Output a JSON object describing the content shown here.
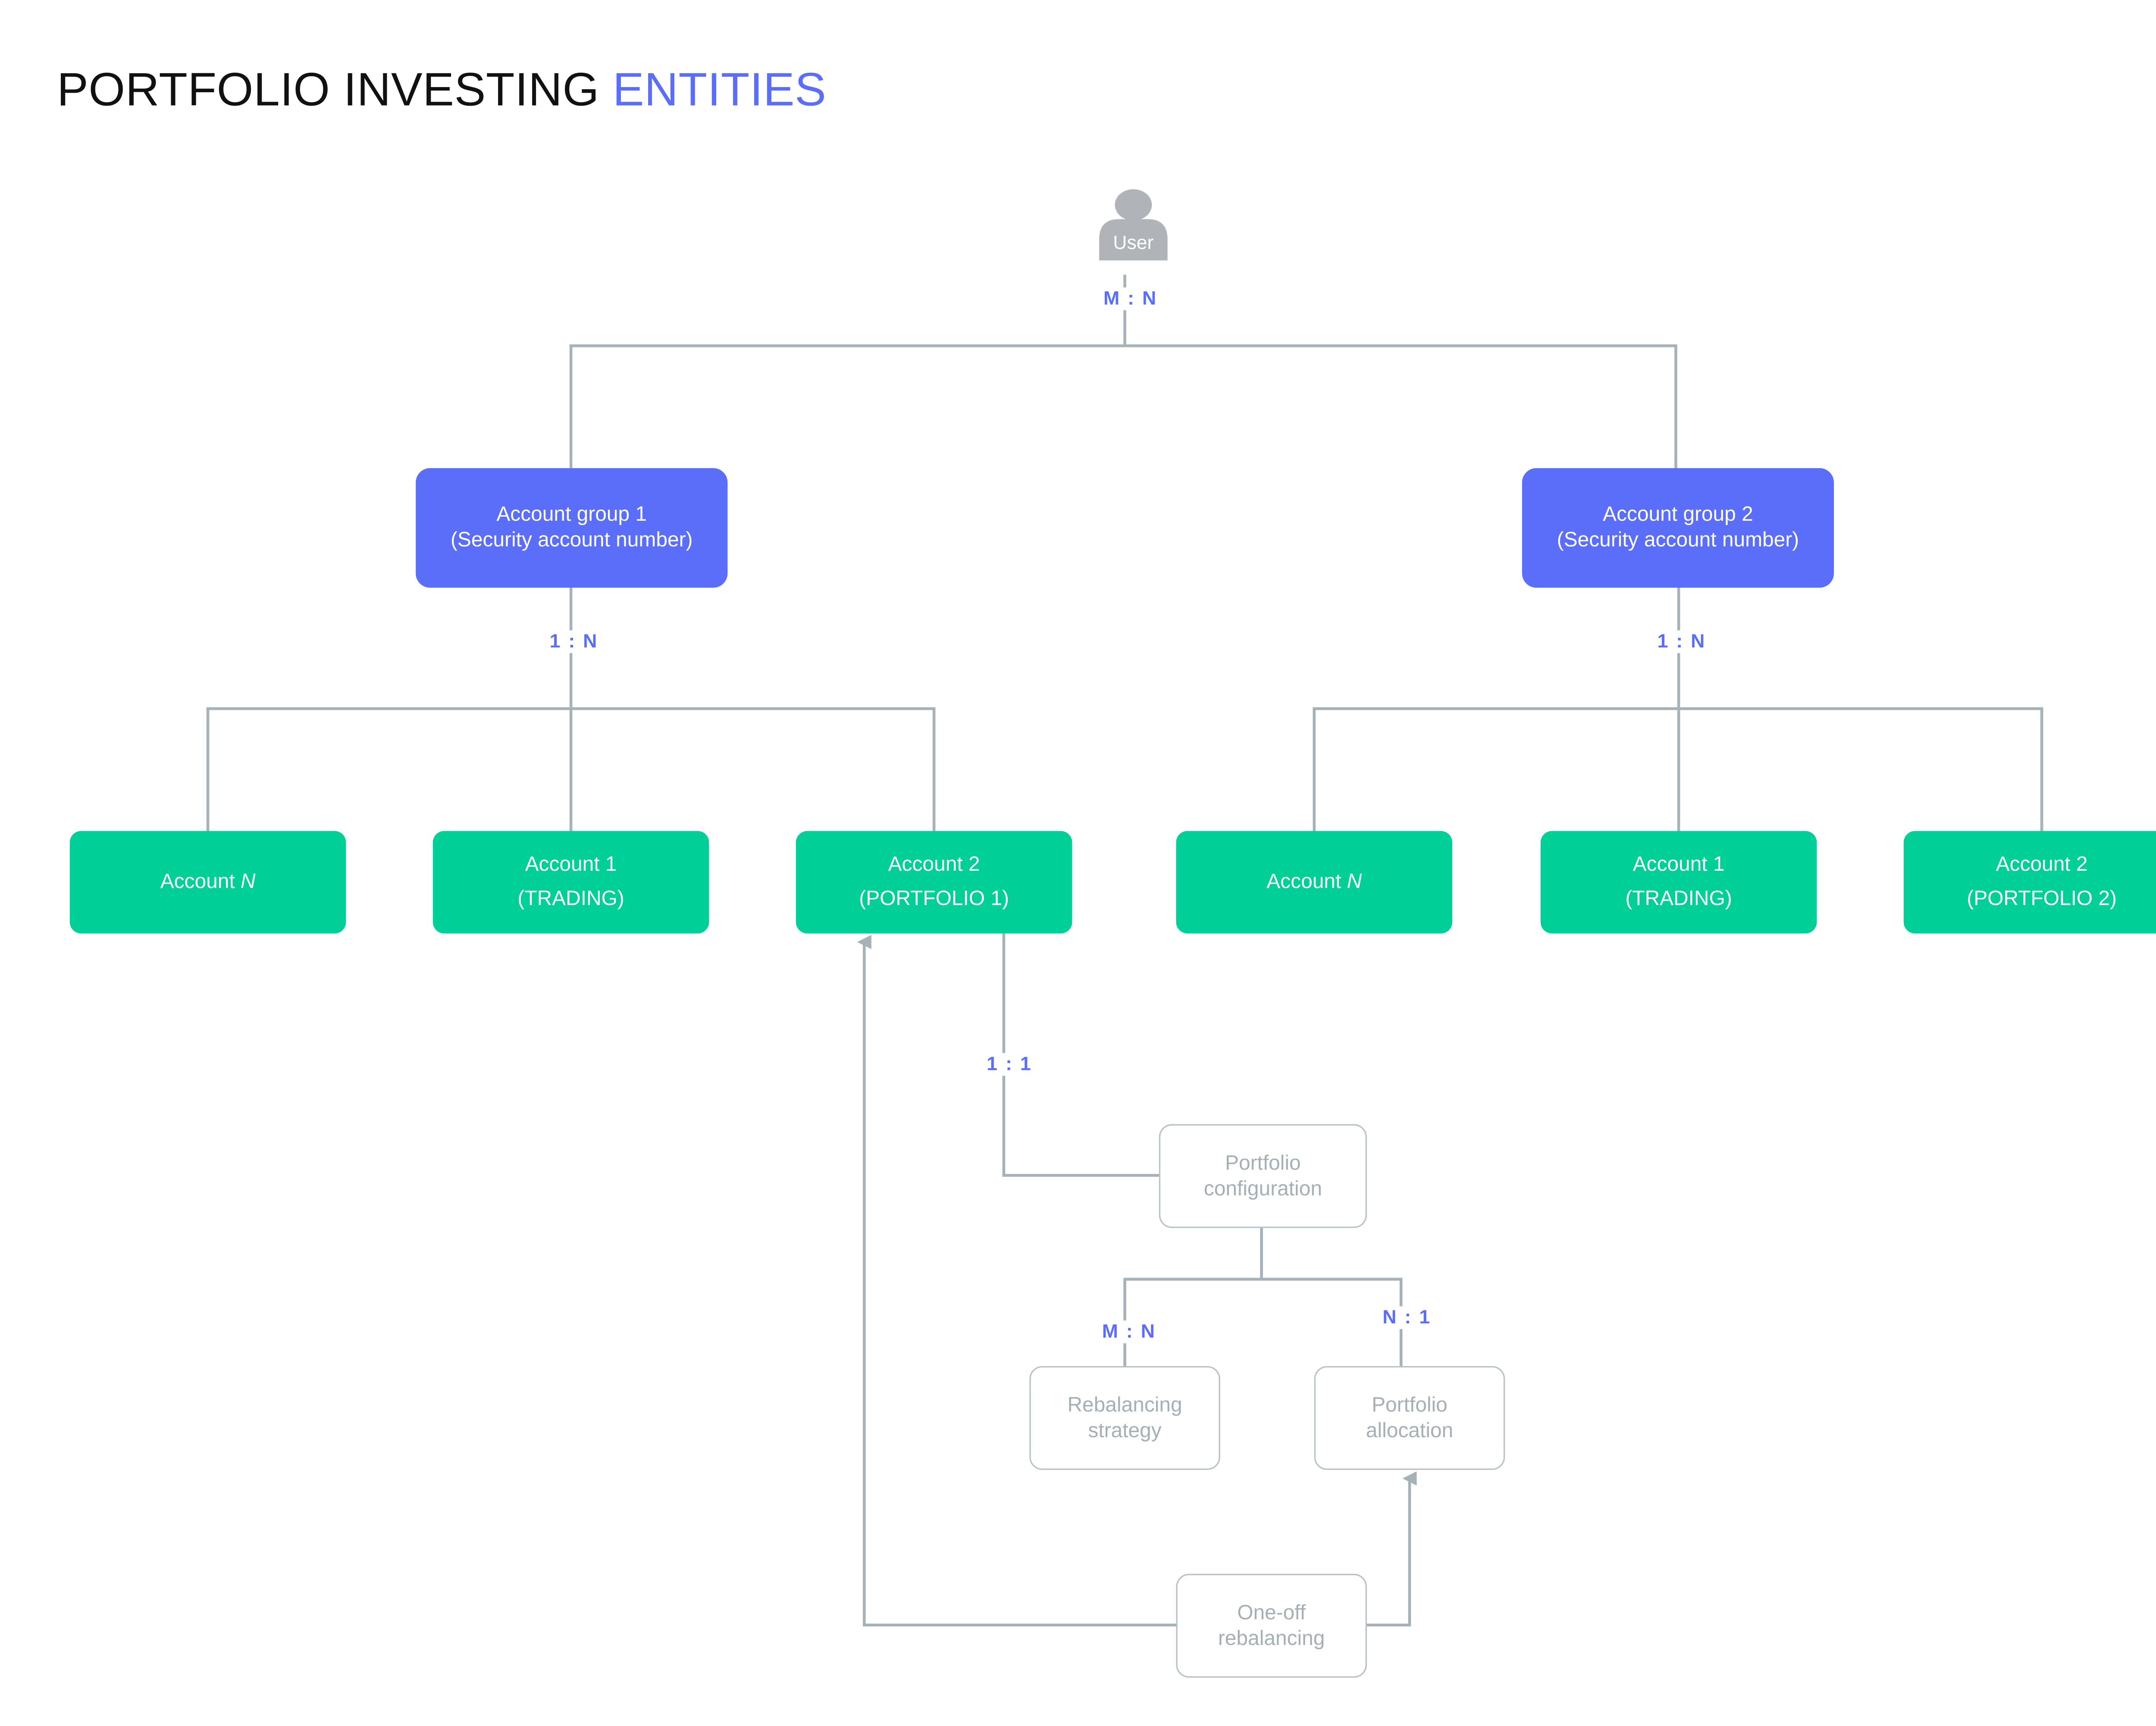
{
  "title": {
    "main": "PORTFOLIO INVESTING",
    "accent": "ENTITIES"
  },
  "colors": {
    "accent_blue": "#5b6ef9",
    "entity_green": "#00cf98",
    "connector_gray": "#a5b3b9",
    "ghost_border": "#b8c3c8",
    "ghost_text": "#a4b0b6",
    "user_icon": "#b0b4b8"
  },
  "user": {
    "icon": "user-silhouette-icon",
    "label": "User"
  },
  "relations": {
    "user_groups": "M : N",
    "group1_accounts": "1 : N",
    "group2_accounts": "1 : N",
    "portfolio_config": "1 : 1",
    "config_strategy": "M : N",
    "config_allocation": "N : 1"
  },
  "groups": [
    {
      "line1": "Account group 1",
      "line2": "(Security account number)"
    },
    {
      "line1": "Account group 2",
      "line2": "(Security account number)"
    }
  ],
  "accounts": [
    {
      "prefix": "Account ",
      "italic": "N",
      "line2": ""
    },
    {
      "line1": "Account 1",
      "line2": "(TRADING)"
    },
    {
      "line1": "Account 2",
      "line2": "(PORTFOLIO 1)"
    },
    {
      "prefix": "Account ",
      "italic": "N",
      "line2": ""
    },
    {
      "line1": "Account 1",
      "line2": "(TRADING)"
    },
    {
      "line1": "Account 2",
      "line2": "(PORTFOLIO 2)"
    }
  ],
  "entities": {
    "portfolio_configuration": {
      "line1": "Portfolio",
      "line2": "configuration"
    },
    "rebalancing_strategy": {
      "line1": "Rebalancing",
      "line2": "strategy"
    },
    "portfolio_allocation": {
      "line1": "Portfolio",
      "line2": "allocation"
    },
    "one_off_rebalancing": {
      "line1": "One-off",
      "line2": "rebalancing"
    }
  }
}
